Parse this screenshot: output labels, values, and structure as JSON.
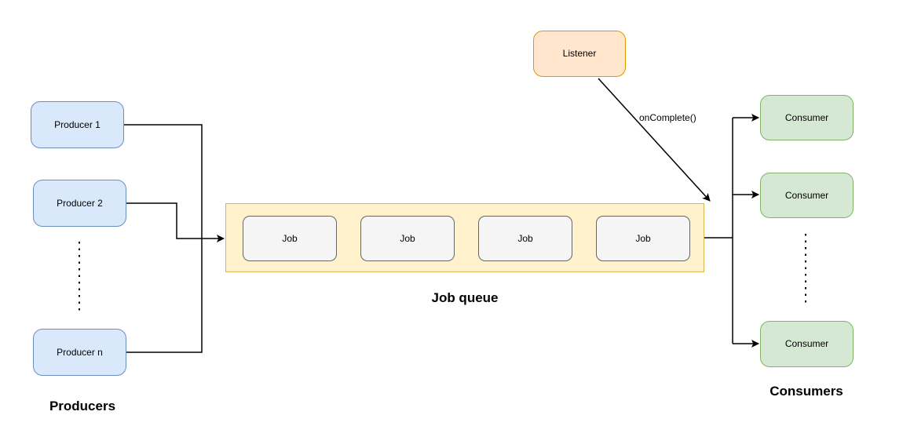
{
  "diagram": {
    "producers": {
      "section_label": "Producers",
      "items": [
        "Producer 1",
        "Producer 2",
        "Producer n"
      ]
    },
    "queue": {
      "section_label": "Job queue",
      "jobs": [
        "Job",
        "Job",
        "Job",
        "Job"
      ]
    },
    "consumers": {
      "section_label": "Consumers",
      "items": [
        "Consumer",
        "Consumer",
        "Consumer"
      ]
    },
    "listener": {
      "label": "Listener",
      "event_label": "onComplete()"
    },
    "colors": {
      "producer_fill": "#dae8fc",
      "producer_border": "#6c8ebf",
      "consumer_fill": "#d5e8d4",
      "consumer_border": "#82b366",
      "listener_fill": "#ffe6cc",
      "listener_border": "#d79b00",
      "queue_fill": "#fff2cc",
      "queue_border": "#d6b656",
      "job_fill": "#f5f5f5",
      "job_border": "#666666",
      "connector": "#000000"
    }
  }
}
